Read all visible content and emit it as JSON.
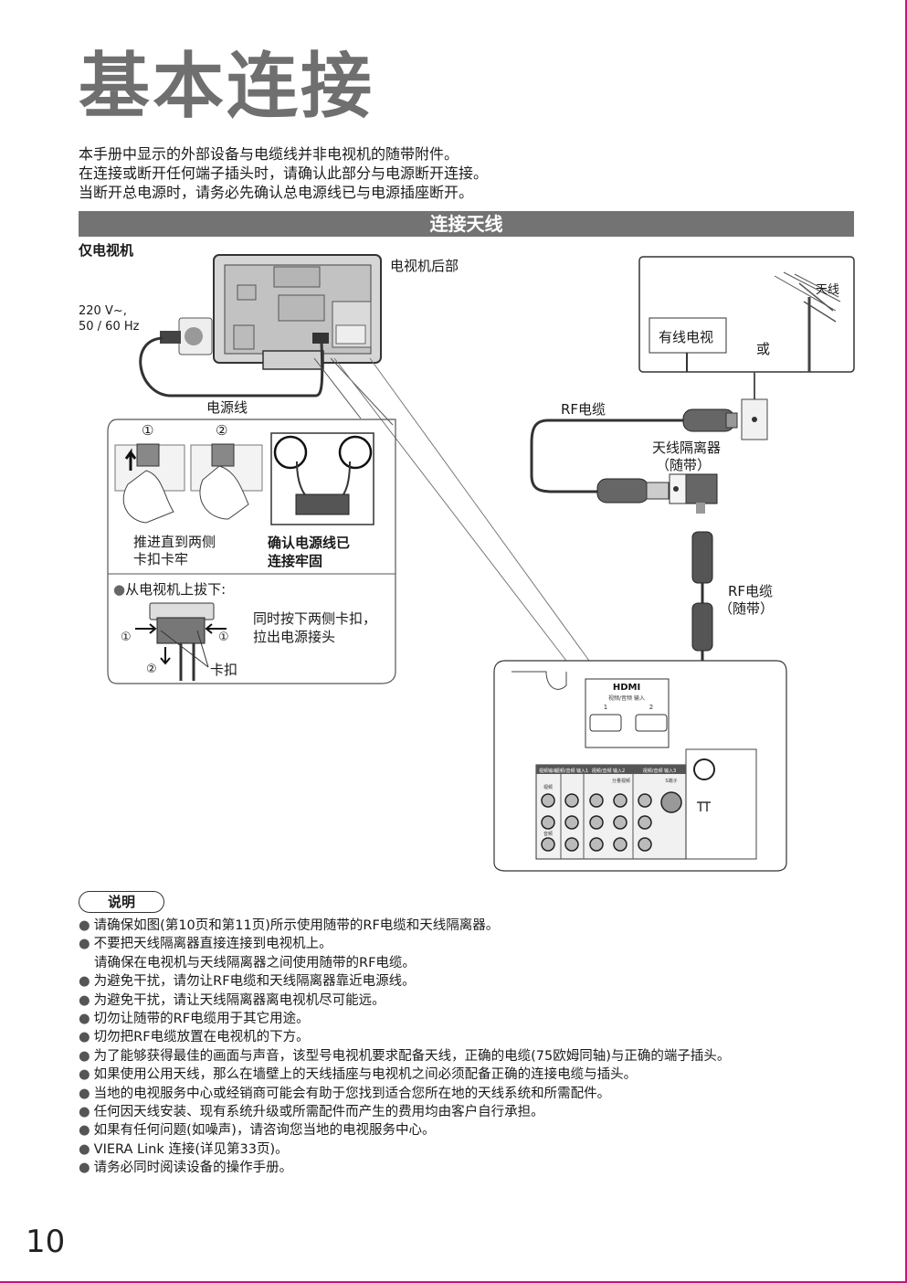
{
  "title": "基本连接",
  "intro": [
    "本手册中显示的外部设备与电缆线并非电视机的随带附件。",
    "在连接或断开任何端子插头时，请确认此部分与电源断开连接。",
    "当断开总电源时，请务必先确认总电源线已与电源插座断开。"
  ],
  "section_title": "连接天线",
  "diagram": {
    "tv_only": "仅电视机",
    "tv_rear": "电视机后部",
    "voltage_line1": "220 V~,",
    "voltage_line2": "50 / 60 Hz",
    "power_cord": "电源线",
    "step1": "①",
    "step2": "②",
    "push_line1": "推进直到两侧",
    "push_line2": "卡扣卡牢",
    "confirm_line1": "确认电源线已",
    "confirm_line2": "连接牢固",
    "unplug": "从电视机上拔下:",
    "press_line1": "同时按下两侧卡扣，",
    "press_line2": "拉出电源接头",
    "clip": "卡扣",
    "antenna": "天线",
    "cable_tv": "有线电视",
    "or": "或",
    "rf_cable": "RF电缆",
    "isolator_line1": "天线隔离器",
    "isolator_line2": "（随带）",
    "rf_cable_supplied_line1": "RF电缆",
    "rf_cable_supplied_line2": "（随带）",
    "hdmi_logo": "HDMI",
    "hdmi_input": "视频/音频 输入",
    "hdmi_port1": "1",
    "hdmi_port2": "2",
    "panel_av_out": "视频输出",
    "panel_av_in1": "视频/音频 输入1",
    "panel_av_in2": "视频/音频 输入2",
    "panel_av_in3": "视频/音频 输入3",
    "panel_component": "分量视频",
    "panel_svideo": "S端子",
    "panel_video": "视频",
    "panel_audio": "音频"
  },
  "notes_label": "说明",
  "notes": [
    {
      "text": "请确保如图(第10页和第11页)所示使用随带的RF电缆和天线隔离器。",
      "continuation": false
    },
    {
      "text": "不要把天线隔离器直接连接到电视机上。",
      "continuation": false
    },
    {
      "text": "请确保在电视机与天线隔离器之间使用随带的RF电缆。",
      "continuation": true
    },
    {
      "text": "为避免干扰，请勿让RF电缆和天线隔离器靠近电源线。",
      "continuation": false
    },
    {
      "text": "为避免干扰，请让天线隔离器离电视机尽可能远。",
      "continuation": false
    },
    {
      "text": "切勿让随带的RF电缆用于其它用途。",
      "continuation": false
    },
    {
      "text": "切勿把RF电缆放置在电视机的下方。",
      "continuation": false
    },
    {
      "text": "为了能够获得最佳的画面与声音，该型号电视机要求配备天线，正确的电缆(75欧姆同轴)与正确的端子插头。",
      "continuation": false
    },
    {
      "text": "如果使用公用天线，那么在墙壁上的天线插座与电视机之间必须配备正确的连接电缆与插头。",
      "continuation": false
    },
    {
      "text": "当地的电视服务中心或经销商可能会有助于您找到适合您所在地的天线系统和所需配件。",
      "continuation": false
    },
    {
      "text": "任何因天线安装、现有系统升级或所需配件而产生的费用均由客户自行承担。",
      "continuation": false
    },
    {
      "text": "如果有任何问题(如噪声)，请咨询您当地的电视服务中心。",
      "continuation": false
    },
    {
      "text": "VIERA Link 连接(详见第33页)。",
      "continuation": false
    },
    {
      "text": "请务必同时阅读设备的操作手册。",
      "continuation": false
    }
  ],
  "page_number": "10"
}
